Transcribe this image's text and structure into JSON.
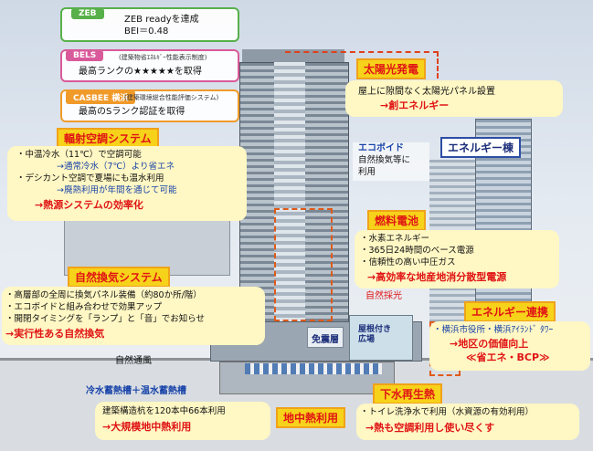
{
  "zeb": {
    "tag": "ZEB",
    "line1": "ZEB readyを達成",
    "line2": "BEI＝0.48",
    "color": "#58b04a"
  },
  "bels": {
    "tag": "BELS",
    "sub": "(建築物省ｴﾈﾙｷﾞｰ性能表示制度)",
    "text": "最高ランクの★★★★★を取得",
    "color": "#d95a9a"
  },
  "casbee": {
    "tag": "CASBEE 横浜",
    "sub": "(建築環境総合性能評価システム)",
    "text": "最高のSランク認証を取得",
    "color": "#f09a2a"
  },
  "solar": {
    "title": "太陽光発電",
    "text": "屋上に隙間なく太陽光パネル設置",
    "result": "→創エネルギー"
  },
  "radiant": {
    "title": "輻射空調システム",
    "lines": [
      "・中温冷水（11℃）で空調可能",
      "→通常冷水（7℃）より省エネ",
      "・デシカント空調で夏場にも温水利用",
      "→廃熱利用が年間を通じて可能"
    ],
    "result": "→熱源システムの効率化"
  },
  "ecovoid": {
    "title": "エコボイド",
    "lines": [
      "自然換気等に",
      "利用"
    ]
  },
  "energy_bldg": {
    "label": "エネルギー棟"
  },
  "fuel_cell": {
    "title": "燃料電池",
    "lines": [
      "・水素エネルギー",
      "・365日24時間のベース電源",
      "・信頼性の高い中圧ガス"
    ],
    "result": "→高効率な地産地消分散型電源"
  },
  "natural_vent": {
    "title": "自然換気システム",
    "lines": [
      "・高層部の全周に換気パネル装備（約80か所/階）",
      "・エコボイドと組み合わせで効果アップ",
      "・開閉タイミングを「ランプ」と「音」でお知らせ"
    ],
    "result": "→実行性ある自然換気"
  },
  "daylight": {
    "label": "自然採光"
  },
  "seismic": {
    "label": "免震層"
  },
  "atrium": {
    "label": "屋根付き広場"
  },
  "wind": {
    "label": "自然通風"
  },
  "energy_link": {
    "title": "エネルギー連携",
    "line": "・横浜市役所・横浜ｱｲﾗﾝﾄﾞ ﾀﾜｰ",
    "result": "→地区の価値向上",
    "result2": "≪省エネ・BCP≫"
  },
  "thermal_storage": {
    "label": "冷水蓄熱槽＋温水蓄熱槽"
  },
  "geothermal": {
    "title": "地中熱利用",
    "text": "建築構造杭を120本中66本利用",
    "result": "→大規模地中熱利用"
  },
  "sewage": {
    "title": "下水再生熱",
    "text": "・トイレ洗浄水で利用（水資源の有効利用）",
    "result": "→熱も空調利用し使い尽くす"
  }
}
